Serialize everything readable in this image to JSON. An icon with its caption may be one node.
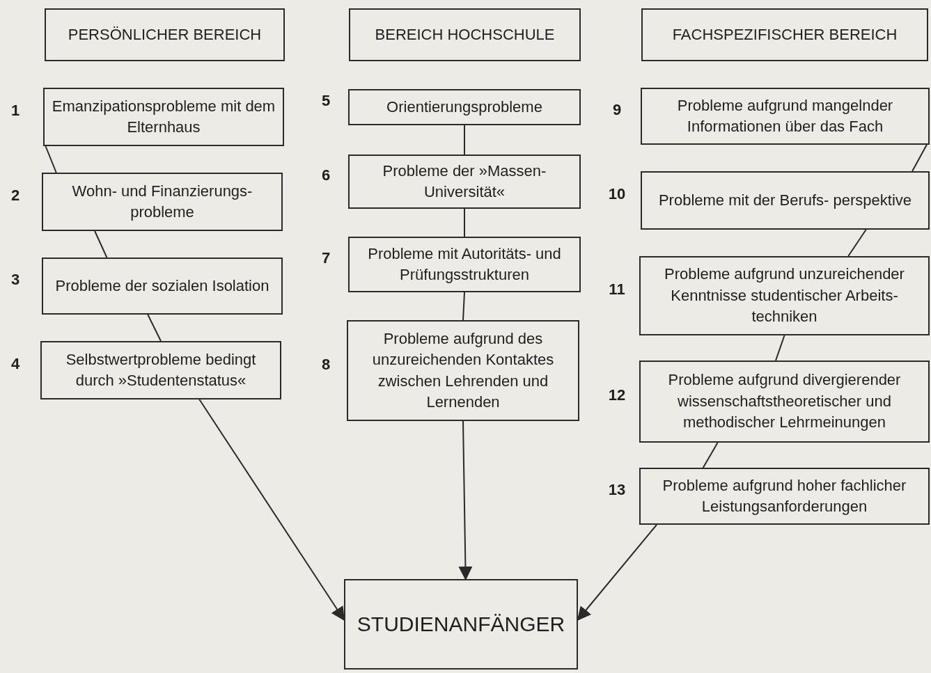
{
  "diagram": {
    "nodes": [
      {
        "text": [
          "PERSÖNLICHER BEREICH"
        ]
      },
      {
        "text": [
          "BEREICH HOCHSCHULE"
        ]
      },
      {
        "text": [
          "FACHSPEZIFISCHER BEREICH"
        ]
      },
      {
        "text": [
          "Emanzipationsprobleme mit dem Elternhaus"
        ],
        "beside": [
          "1"
        ]
      },
      {
        "text": [
          "Wohn- und Finanzierungs- probleme"
        ],
        "beside": [
          "2"
        ]
      },
      {
        "text": [
          "Probleme der sozialen Isolation"
        ],
        "beside": [
          "3"
        ]
      },
      {
        "text": [
          "Selbstwertprobleme bedingt durch »Studentenstatus«"
        ],
        "beside": [
          "4"
        ]
      },
      {
        "text": [
          "Orientierungsprobleme"
        ],
        "beside": [
          "5"
        ]
      },
      {
        "text": [
          "Probleme der »Massen- Universität«"
        ],
        "beside": [
          "6"
        ]
      },
      {
        "text": [
          "Probleme mit Autoritäts- und Prüfungsstrukturen"
        ],
        "beside": [
          "7"
        ]
      },
      {
        "text": [
          "Probleme aufgrund des unzureichenden Kontaktes zwischen Lehrenden und Lernenden"
        ],
        "beside": [
          "8"
        ]
      },
      {
        "text": [
          "Probleme aufgrund mangelnder Informationen über das Fach"
        ],
        "beside": [
          "9"
        ]
      },
      {
        "text": [
          "Probleme mit der Berufs- perspektive"
        ],
        "beside": [
          "10"
        ]
      },
      {
        "text": [
          "Probleme aufgrund unzureichender Kenntnisse studentischer Arbeits- techniken"
        ],
        "beside": [
          "11"
        ]
      },
      {
        "text": [
          "Probleme aufgrund divergierender wissenschaftstheoretischer und methodischer Lehrmeinungen"
        ],
        "beside": [
          "12"
        ]
      },
      {
        "text": [
          "Probleme aufgrund hoher fachlicher Leistungsanforderungen"
        ],
        "beside": [
          "13"
        ]
      },
      {
        "text": [
          "STUDIENANFÄNGER"
        ]
      }
    ],
    "edges": [
      {
        "from": 3,
        "to": 4,
        "arrow": "none"
      },
      {
        "from": 4,
        "to": 5,
        "arrow": "none"
      },
      {
        "from": 5,
        "to": 6,
        "arrow": "none"
      },
      {
        "from": 6,
        "to": 16,
        "arrow": "to"
      },
      {
        "from": 7,
        "to": 8,
        "arrow": "none"
      },
      {
        "from": 8,
        "to": 9,
        "arrow": "none"
      },
      {
        "from": 9,
        "to": 10,
        "arrow": "none"
      },
      {
        "from": 10,
        "to": 16,
        "arrow": "to"
      },
      {
        "from": 11,
        "to": 12,
        "arrow": "none"
      },
      {
        "from": 12,
        "to": 13,
        "arrow": "none"
      },
      {
        "from": 13,
        "to": 14,
        "arrow": "none"
      },
      {
        "from": 14,
        "to": 15,
        "arrow": "none"
      },
      {
        "from": 15,
        "to": 16,
        "arrow": "to"
      }
    ]
  }
}
